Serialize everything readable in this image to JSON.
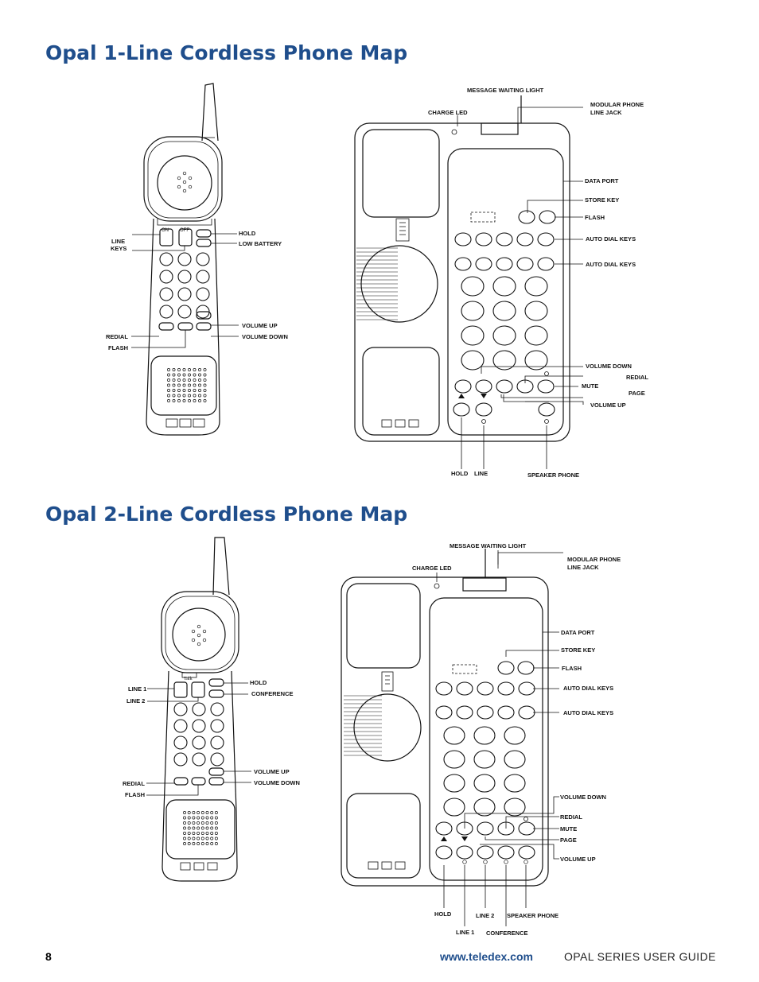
{
  "titles": {
    "map1": "Opal 1-Line Cordless Phone Map",
    "map2": "Opal 2-Line Cordless Phone Map"
  },
  "map1": {
    "handset": {
      "on": "ON",
      "off": "OFF",
      "line_keys": [
        "LINE",
        "KEYS"
      ],
      "hold": "HOLD",
      "low_battery": "LOW BATTERY",
      "volume_up": "VOLUME UP",
      "volume_down": "VOLUME DOWN",
      "redial": "REDIAL",
      "flash": "FLASH"
    },
    "base": {
      "message_waiting_light": "MESSAGE WAITING LIGHT",
      "charge_led": "CHARGE  LED",
      "modular_phone_line_jack": [
        "MODULAR PHONE",
        "LINE JACK"
      ],
      "data_port": "DATA PORT",
      "store_key": "STORE KEY",
      "flash": "FLASH",
      "auto_dial_keys_1": "AUTO DIAL KEYS",
      "auto_dial_keys_2": "AUTO DIAL KEYS",
      "volume_down": "VOLUME DOWN",
      "redial": "REDIAL",
      "mute": "MUTE",
      "page": "PAGE",
      "volume_up": "VOLUME UP",
      "hold": "HOLD",
      "line": "LINE",
      "speaker_phone": "SPEAKER PHONE"
    }
  },
  "map2": {
    "handset": {
      "talk": "Talk",
      "line_1": "LINE 1",
      "line_2": "LINE 2",
      "hold": "HOLD",
      "conference": "CONFERENCE",
      "volume_up": "VOLUME UP",
      "volume_down": "VOLUME DOWN",
      "redial": "REDIAL",
      "flash": "FLASH"
    },
    "base": {
      "message_waiting_light": "MESSAGE WAITING LIGHT",
      "charge_led": "CHARGE  LED",
      "modular_phone_line_jack": [
        "MODULAR PHONE",
        "LINE JACK"
      ],
      "data_port": "DATA PORT",
      "store_key": "STORE KEY",
      "flash": "FLASH",
      "auto_dial_keys_1": "AUTO DIAL KEYS",
      "auto_dial_keys_2": "AUTO DIAL KEYS",
      "volume_down": "VOLUME DOWN",
      "redial": "REDIAL",
      "mute": "MUTE",
      "page": "PAGE",
      "volume_up": "VOLUME UP",
      "hold": "HOLD",
      "line_1": "LINE 1",
      "line_2": "LINE 2",
      "conference": "CONFERENCE",
      "speaker_phone": "SPEAKER PHONE"
    }
  },
  "footer": {
    "page_number": "8",
    "url": "www.teledex.com",
    "guide": "OPAL SERIES USER GUIDE"
  }
}
